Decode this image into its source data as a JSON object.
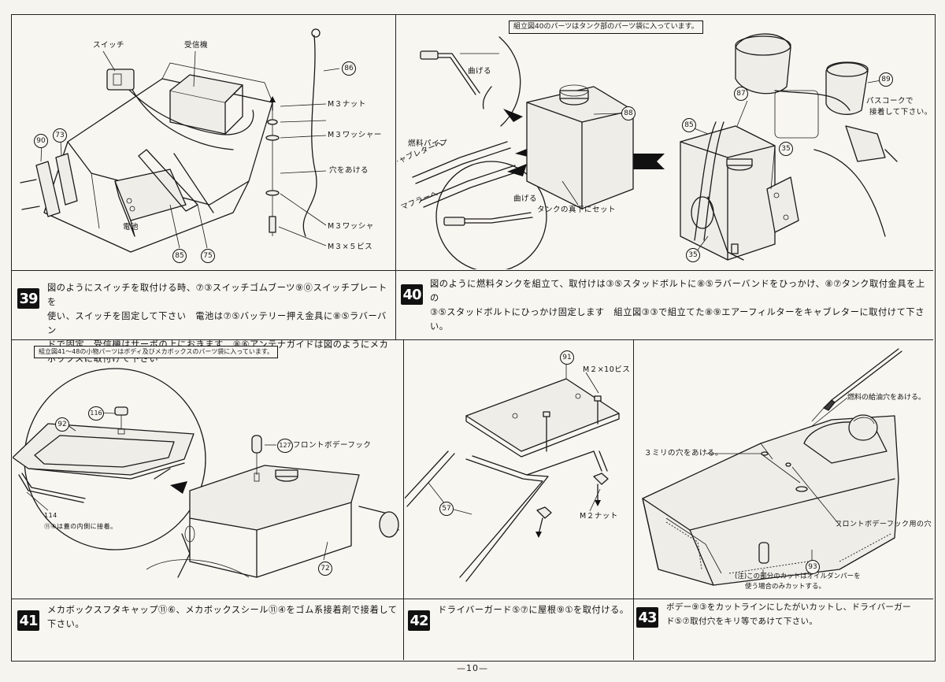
{
  "page_number": "—10—",
  "steps": [
    {
      "number": "39",
      "text_lines": [
        "図のようにスイッチを取付ける時、⑦③スイッチゴムブーツ⑨⓪スイッチプレートを",
        "使い、スイッチを固定して下さい　電池は⑦⑤バッテリー押え金具に⑧⑤ラバーバン",
        "ドで固定、受信機はサーボの上におきます　⑧⑥アンテナガイドは図のようにメカ",
        "ボックスに取付けて下さい"
      ],
      "labels": {
        "switch": "スイッチ",
        "receiver": "受信機",
        "battery": "電池",
        "m3_nut": "M３ナット",
        "m3_washer_1": "M３ワッシャー",
        "drill_hole": "穴をあける",
        "m3_washer_2": "M３ワッシャ",
        "m3x5_screw": "M３×５ビス"
      },
      "part_numbers": [
        "90",
        "73",
        "86",
        "85",
        "75"
      ]
    },
    {
      "number": "40",
      "note": "組立図40のパーツはタンク部のパーツ袋に入っています。",
      "text_lines": [
        "図のように燃料タンクを組立て、取付けは③⑤スタッドボルトに⑧⑤ラバーバンドをひっかけ、⑧⑦タンク取付金具を上の",
        "③⑤スタッドボルトにひっかけ固定します　組立図③③で組立てた⑧⑨エアーフィルターをキャブレターに取付けて下さい。"
      ],
      "labels": {
        "bend_1": "曲げる",
        "fuel_pipe": "燃料パイプ",
        "to_carb": "キャブレターへ",
        "to_muffler": "マフラーへ",
        "bend_2": "曲げる",
        "under_tank": "タンクの真下にセット",
        "pass_cock_1": "パスコークで",
        "pass_cock_2": "接着して下さい。"
      },
      "part_numbers": [
        "88",
        "87",
        "85",
        "89",
        "35",
        "35"
      ]
    },
    {
      "number": "41",
      "note": "組立図41〜48の小物パーツはボディ及びメカボックスのパーツ袋に入っています。",
      "text_lines": [
        "メカボックスフタキャップ⑪⑥、メカボックスシール⑪④をゴム系接着剤で接着して",
        "下さい。"
      ],
      "labels": {
        "front_hook": "フロントボデーフック",
        "seal_note_num": "114",
        "seal_note": "⑪④は蓋の内側に接着。"
      },
      "part_numbers": [
        "116",
        "92",
        "127",
        "72"
      ]
    },
    {
      "number": "42",
      "text_lines": [
        "ドライバーガード⑤⑦に屋根⑨①を取付ける。"
      ],
      "labels": {
        "m2x10_screw": "M２×10ビス",
        "m2_nut": "M２ナット"
      },
      "part_numbers": [
        "91",
        "57"
      ]
    },
    {
      "number": "43",
      "text_lines": [
        "ボデー⑨③をカットラインにしたがいカットし、ドライバーガー",
        "ド⑤⑦取付穴をキリ等であけて下さい。"
      ],
      "labels": {
        "fuel_hole": "燃料の給油穴をあける。",
        "three_mm_hole": "３ミリの穴をあける。",
        "front_hook_hole": "フロントボデーフック用の穴",
        "caution_1": "(注)この部分のカットはオイルダンパーを",
        "caution_2": "使う場合のみカットする。"
      },
      "part_numbers": [
        "93"
      ]
    }
  ]
}
